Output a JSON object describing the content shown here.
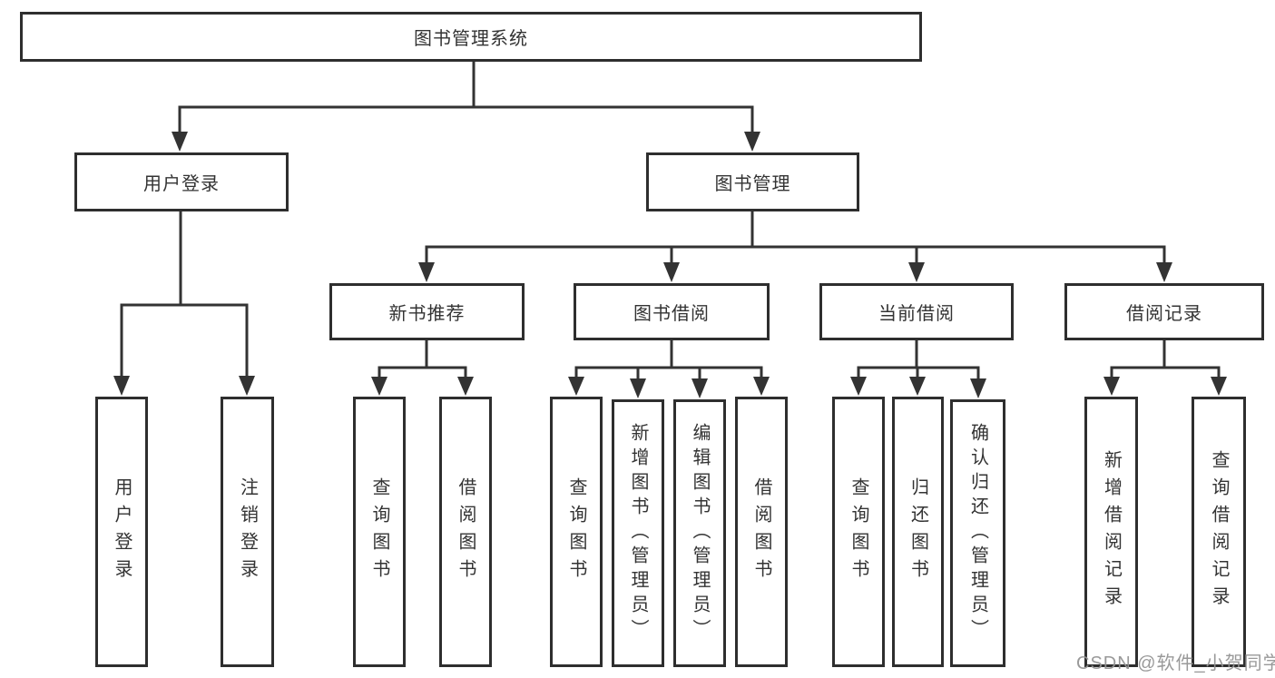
{
  "colors": {
    "line": "#333333",
    "box_border": "#2e2e2e",
    "box_background": "#ffffff",
    "text": "#333333",
    "watermark": "#949494"
  },
  "watermark": {
    "text": "CSDN @软件_小贺同学"
  },
  "tree": {
    "label": "图书管理系统",
    "children": [
      {
        "label": "用户登录",
        "children": [
          {
            "label": "用户登录"
          },
          {
            "label": "注销登录"
          }
        ]
      },
      {
        "label": "图书管理",
        "children": [
          {
            "label": "新书推荐",
            "children": [
              {
                "label": "查询图书"
              },
              {
                "label": "借阅图书"
              }
            ]
          },
          {
            "label": "图书借阅",
            "children": [
              {
                "label": "查询图书"
              },
              {
                "label": "新增图书（管理员）"
              },
              {
                "label": "编辑图书（管理员）"
              },
              {
                "label": "借阅图书"
              }
            ]
          },
          {
            "label": "当前借阅",
            "children": [
              {
                "label": "查询图书"
              },
              {
                "label": "归还图书"
              },
              {
                "label": "确认归还（管理员）"
              }
            ]
          },
          {
            "label": "借阅记录",
            "children": [
              {
                "label": "新增借阅记录"
              },
              {
                "label": "查询借阅记录"
              }
            ]
          }
        ]
      }
    ]
  }
}
